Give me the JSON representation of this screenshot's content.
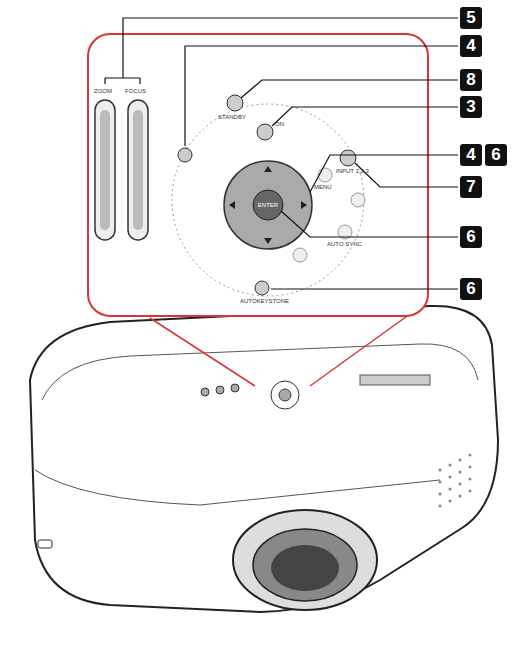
{
  "diagram": {
    "labels": [
      "5",
      "4",
      "8",
      "3",
      "4",
      "6",
      "7",
      "6",
      "6",
      "ZOOM",
      "FOCUS",
      "ON",
      "STANDBY",
      "ENTER",
      "MENU",
      "INPUT 1,2,3",
      "AUTO SYNC",
      "AUTOKEYSTONE"
    ]
  }
}
